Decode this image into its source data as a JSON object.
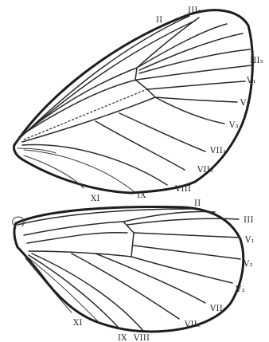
{
  "forewing_labels": {
    "II": "II",
    "III1": "III₁",
    "III5": "III₅",
    "V1": "V₁",
    "V2": "V₂",
    "V3": "V₃",
    "VII1": "VII₁",
    "VII2": "VII₂",
    "VIII": "VIII",
    "IX": "IX",
    "XI": "XI"
  },
  "hindwing_labels": {
    "II": "II",
    "III": "III",
    "V1": "V₁",
    "V2": "V₂",
    "V3": "V₃",
    "VII1": "VII₁",
    "VII2": "VII₂",
    "VIII": "VIII",
    "IX": "IX",
    "XI": "XI"
  },
  "colors": {
    "ink": "#1d1d1d",
    "paper": "#ffffff"
  }
}
